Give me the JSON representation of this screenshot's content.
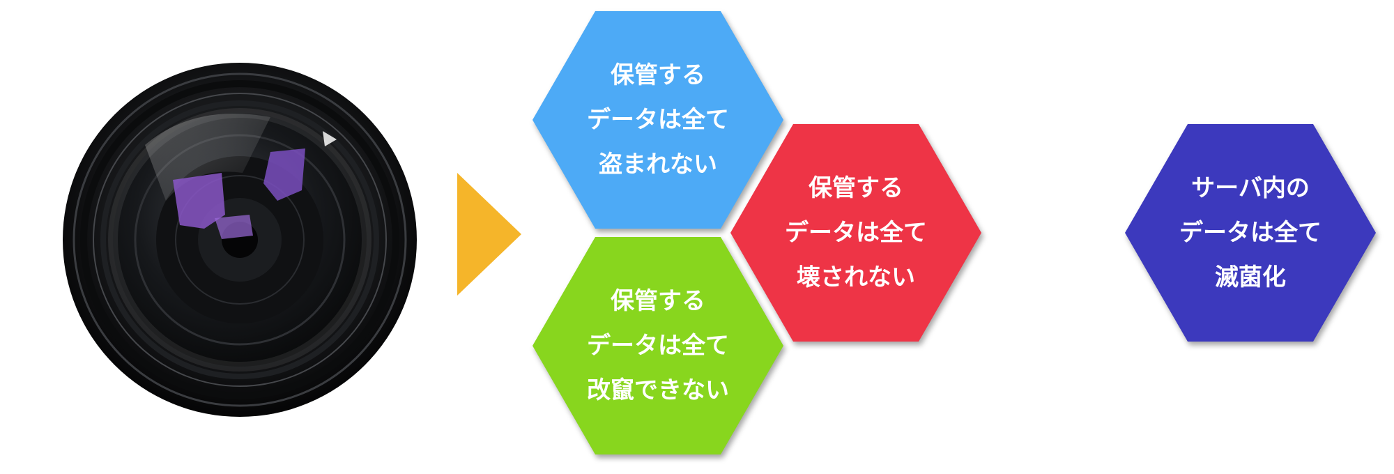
{
  "hexagons": {
    "blue": {
      "lines": [
        "保管する",
        "データは全て",
        "盗まれない"
      ],
      "color": "#4daaf6"
    },
    "red": {
      "lines": [
        "保管する",
        "データは全て",
        "壊されない"
      ],
      "color": "#ee3446"
    },
    "green": {
      "lines": [
        "保管する",
        "データは全て",
        "改竄できない"
      ],
      "color": "#88d61e"
    },
    "navy": {
      "lines": [
        "サーバ内の",
        "データは全て",
        "滅菌化"
      ],
      "color": "#3c39bd"
    }
  },
  "arrow_color": "#f5b52a"
}
